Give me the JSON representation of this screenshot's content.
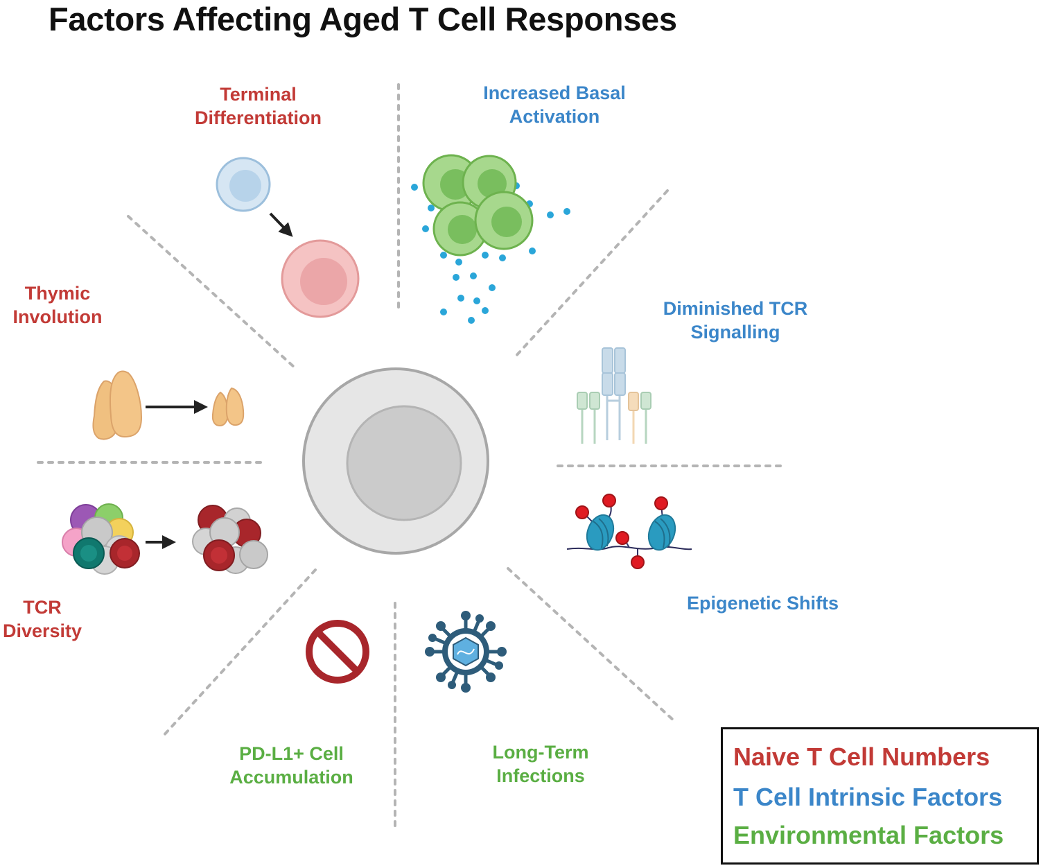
{
  "title": "Factors Affecting Aged T Cell Responses",
  "factors": {
    "terminal_differentiation": [
      "Terminal",
      "Differentiation"
    ],
    "increased_basal_activation": [
      "Increased Basal",
      "Activation"
    ],
    "thymic_involution": [
      "Thymic",
      "Involution"
    ],
    "diminished_tcr_signalling": [
      "Diminished TCR",
      "Signalling"
    ],
    "tcr_diversity": [
      "TCR",
      "Diversity"
    ],
    "epigenetic_shifts": [
      "Epigenetic Shifts"
    ],
    "pdl1_accumulation": [
      "PD-L1+ Cell",
      "Accumulation"
    ],
    "long_term_infections": [
      "Long-Term",
      "Infections"
    ]
  },
  "legend": {
    "naive": "Naive T Cell Numbers",
    "intrinsic": "T Cell Intrinsic Factors",
    "environmental": "Environmental Factors"
  },
  "colors": {
    "naive": "#c23a36",
    "intrinsic": "#3b86c9",
    "environmental": "#5aae43"
  }
}
